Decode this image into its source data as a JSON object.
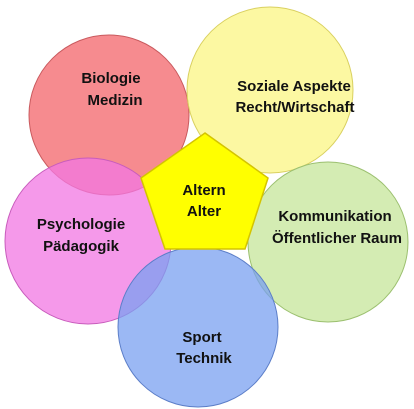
{
  "center": {
    "line1": "Altern",
    "line2": "Alter",
    "color": "#ffff00"
  },
  "circles": [
    {
      "id": "biologie",
      "line1": "Biologie",
      "line2": "Medizin",
      "color": "#f4777b"
    },
    {
      "id": "soziale",
      "line1": "Soziale Aspekte",
      "line2": "Recht/Wirtschaft",
      "color": "#fbf57a"
    },
    {
      "id": "kommunikation",
      "line1": "Kommunikation",
      "line2": "Öffentlicher Raum",
      "color": "#c5e69a"
    },
    {
      "id": "sport",
      "line1": "Sport",
      "line2": "Technik",
      "color": "#7aa0f0"
    },
    {
      "id": "psychologie",
      "line1": "Psychologie",
      "line2": "Pädagogik",
      "color": "#f277e3"
    }
  ]
}
